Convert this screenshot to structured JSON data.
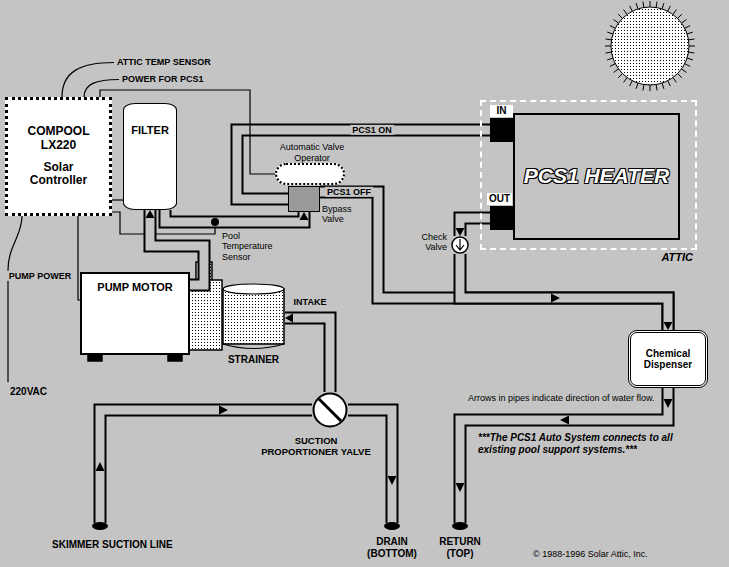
{
  "diagram": {
    "nodes": [
      {
        "text": [
          "COMPOOL LX220",
          "Solar Controller"
        ]
      },
      {
        "text": [
          "FILTER"
        ]
      },
      {
        "text": [
          "ATTIC"
        ]
      },
      {
        "text": [
          "PCS1 HEATER"
        ],
        "in": 2
      },
      {
        "text": [
          "Automatic Valve Operator"
        ]
      },
      {
        "text": [
          "Bypass Valve"
        ]
      },
      {
        "text": [
          "Check Valve"
        ]
      },
      {
        "text": [
          "PUMP MOTOR"
        ]
      },
      {
        "text": [
          "STRAINER"
        ]
      },
      {
        "text": [
          "Chemical Dispenser"
        ]
      },
      {
        "text": [
          "SUCTION PROPORTIONER YALVE"
        ]
      }
    ],
    "edges": [
      {
        "from": 7,
        "to": 1,
        "arrow": "to"
      },
      {
        "from": 1,
        "to": 5,
        "arrow": "to"
      },
      {
        "from": 5,
        "to": 3,
        "label": "PCS1 ON",
        "arrow": "to"
      },
      {
        "from": 5,
        "to": 9,
        "label": "PCS1 OFF",
        "arrow": "to"
      },
      {
        "from": 3,
        "to": 6,
        "arrow": "to"
      },
      {
        "from": 6,
        "to": 9,
        "arrow": "to"
      },
      {
        "from": 10,
        "to": 8,
        "label": "INTAKE",
        "arrow": "to"
      },
      {
        "from": 0,
        "to": 7,
        "label": "PUMP POWER",
        "arrow": "none"
      },
      {
        "from": 0,
        "to": 1,
        "arrow": "none"
      },
      {
        "from": 0,
        "to": 4,
        "arrow": "none"
      }
    ],
    "labels": [
      "ATTIC TEMP SENSOR",
      "POWER FOR PCS1",
      "IN",
      "OUT",
      "Pool Temperature Sensor",
      "220VAC",
      "SKIMMER SUCTION LINE",
      "DRAIN (BOTTOM)",
      "RETURN (TOP)",
      "Arrows in pipes indicate direction of water flow.",
      "***The PCS1 Auto System connects to all existing pool support systems.***",
      "© 1988-1996 Solar Attic, Inc."
    ]
  }
}
